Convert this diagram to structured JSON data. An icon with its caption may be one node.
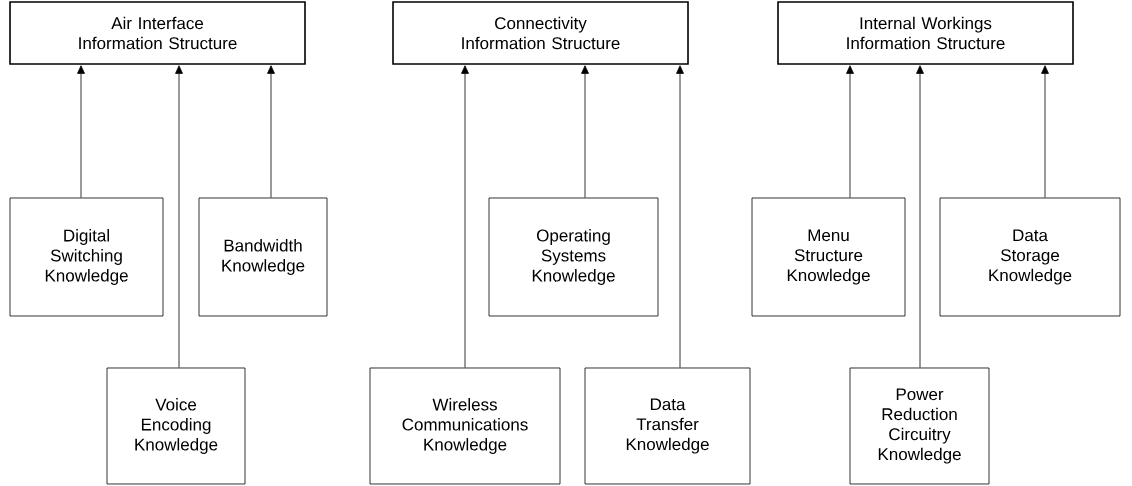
{
  "diagram": {
    "nodes": [
      {
        "text": [
          "Air Interface Information Structure"
        ]
      },
      {
        "text": [
          "Connectivity Information Structure"
        ]
      },
      {
        "text": [
          "Internal Workings Information Structure"
        ]
      },
      {
        "text": [
          "Digital Switching Knowledge"
        ]
      },
      {
        "text": [
          "Bandwidth Knowledge"
        ]
      },
      {
        "text": [
          "Voice Encoding Knowledge"
        ]
      },
      {
        "text": [
          "Wireless Communications Knowledge"
        ]
      },
      {
        "text": [
          "Operating Systems Knowledge"
        ]
      },
      {
        "text": [
          "Data Transfer Knowledge"
        ]
      },
      {
        "text": [
          "Menu Structure Knowledge"
        ]
      },
      {
        "text": [
          "Data Storage Knowledge"
        ]
      },
      {
        "text": [
          "Power Reduction Circuitry Knowledge"
        ]
      }
    ],
    "edges": [
      {
        "from": 3,
        "to": 0,
        "arrow": "to"
      },
      {
        "from": 5,
        "to": 0,
        "arrow": "to"
      },
      {
        "from": 4,
        "to": 0,
        "arrow": "to"
      },
      {
        "from": 6,
        "to": 1,
        "arrow": "to"
      },
      {
        "from": 7,
        "to": 1,
        "arrow": "to"
      },
      {
        "from": 8,
        "to": 1,
        "arrow": "to"
      },
      {
        "from": 9,
        "to": 2,
        "arrow": "to"
      },
      {
        "from": 11,
        "to": 2,
        "arrow": "to"
      },
      {
        "from": 10,
        "to": 2,
        "arrow": "to"
      }
    ]
  }
}
